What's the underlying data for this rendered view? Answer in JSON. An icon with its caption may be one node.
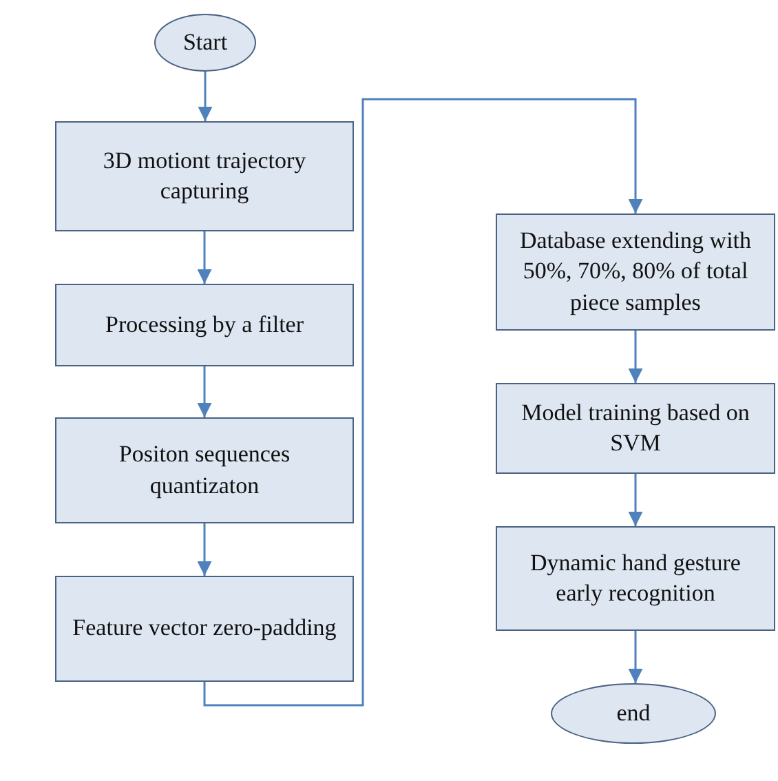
{
  "diagram": {
    "nodes": [
      {
        "text": [
          "Start"
        ]
      },
      {
        "text": [
          "3D motiont trajectory capturing"
        ]
      },
      {
        "text": [
          "Processing by a filter"
        ]
      },
      {
        "text": [
          "Positon sequences quantizaton"
        ]
      },
      {
        "text": [
          "Feature vector  zero-padding"
        ]
      },
      {
        "text": [
          "Database extending with 50%, 70%, 80% of total piece samples"
        ]
      },
      {
        "text": [
          "Model training based on SVM"
        ]
      },
      {
        "text": [
          "Dynamic hand gesture early recognition"
        ]
      },
      {
        "text": [
          "end"
        ]
      }
    ],
    "edges": [
      {
        "from": 0,
        "to": 1,
        "arrow": "to"
      },
      {
        "from": 1,
        "to": 2,
        "arrow": "to"
      },
      {
        "from": 2,
        "to": 3,
        "arrow": "to"
      },
      {
        "from": 3,
        "to": 4,
        "arrow": "to"
      },
      {
        "from": 4,
        "to": 5,
        "arrow": "to"
      },
      {
        "from": 5,
        "to": 6,
        "arrow": "to"
      },
      {
        "from": 6,
        "to": 7,
        "arrow": "to"
      },
      {
        "from": 7,
        "to": 8,
        "arrow": "to"
      }
    ]
  }
}
